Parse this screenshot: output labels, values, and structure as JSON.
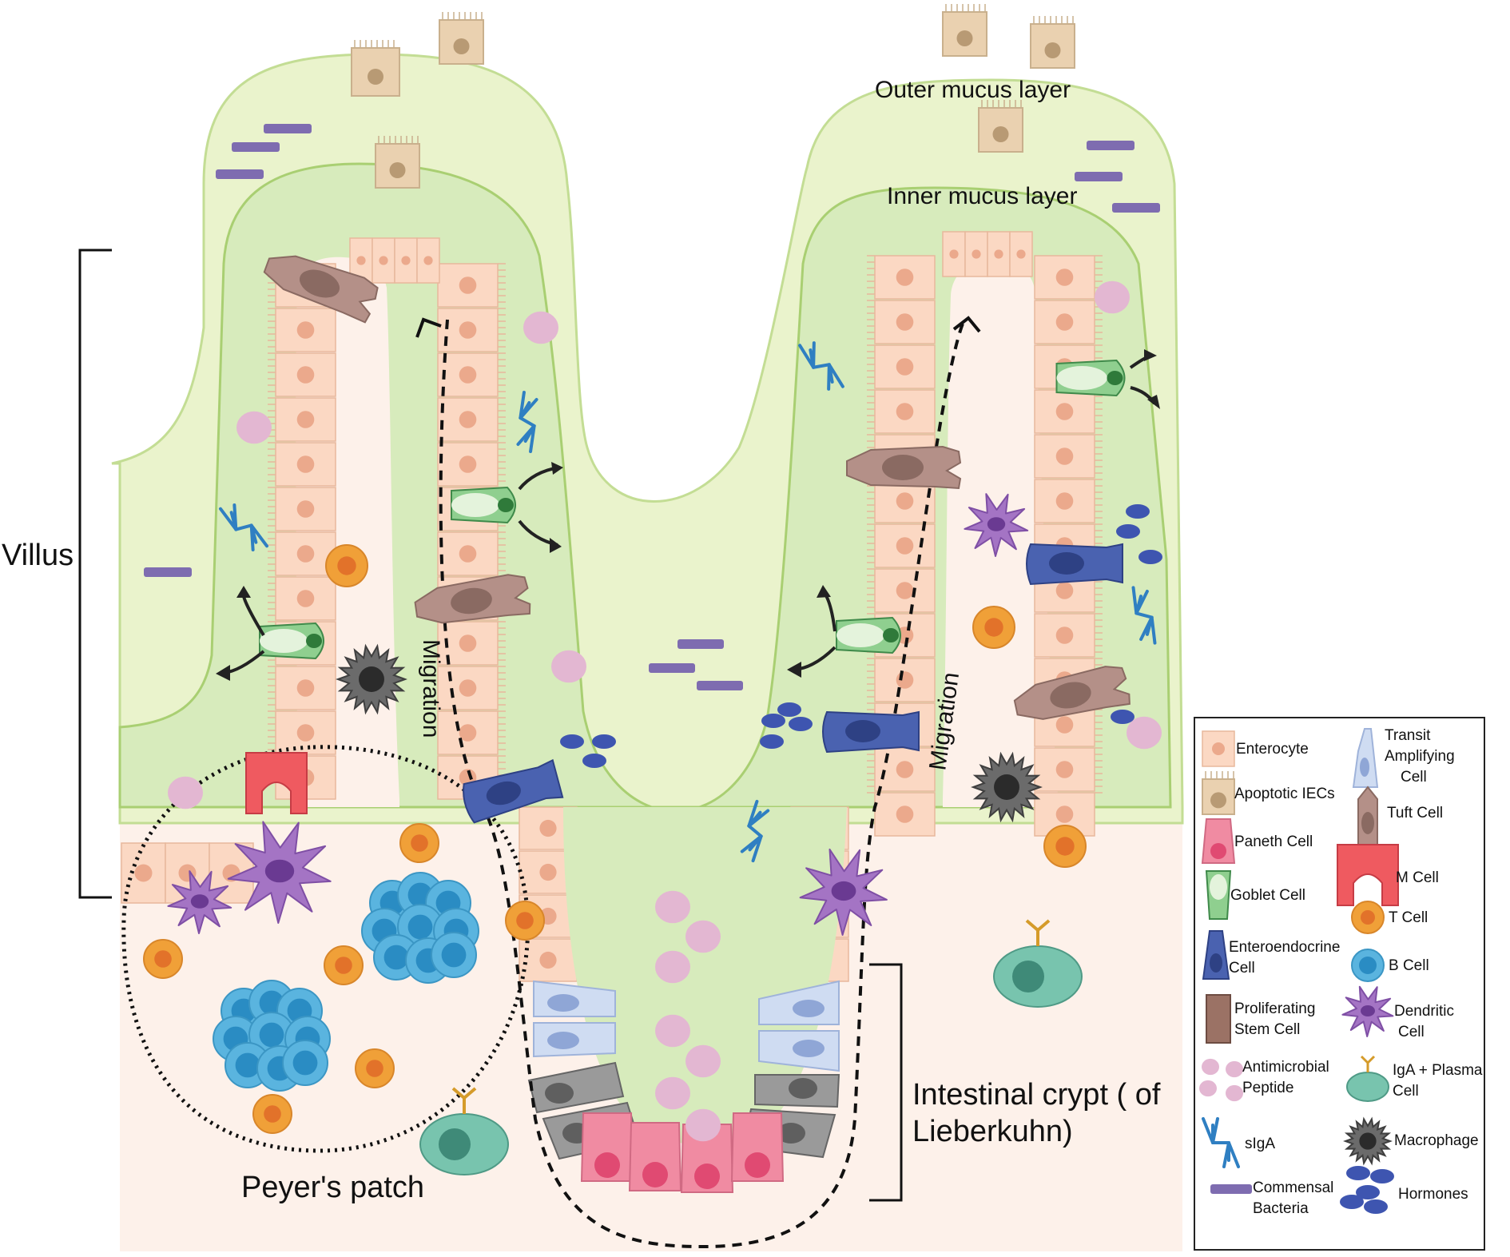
{
  "labels": {
    "outer_mucus": "Outer mucus layer",
    "inner_mucus": "Inner mucus layer",
    "villus": "Villus",
    "migration_left": "Migration",
    "migration_right": "Migration",
    "crypt_line1": "Intestinal crypt ( of",
    "crypt_line2": "Lieberkuhn)",
    "peyers_patch": "Peyer's patch"
  },
  "legend": {
    "enterocyte": "Enterocyte",
    "transit_1": "Transit",
    "transit_2": "Amplifying",
    "transit_3": "Cell",
    "apoptotic": "Apoptotic IECs",
    "tuft": "Tuft Cell",
    "paneth": "Paneth Cell",
    "m_cell": "M Cell",
    "goblet": "Goblet Cell",
    "t_cell": "T Cell",
    "entero_1": "Enteroendocrine",
    "entero_2": "Cell",
    "b_cell": "B Cell",
    "stem_1": "Proliferating",
    "stem_2": "Stem Cell",
    "dendritic_1": "Dendritic",
    "dendritic_2": "Cell",
    "amp_1": "Antimicrobial",
    "amp_2": "Peptide",
    "iga_1": "IgA + Plasma",
    "iga_2": "Cell",
    "siga": "sIgA",
    "macrophage": "Macrophage",
    "bacteria_1": "Commensal",
    "bacteria_2": "Bacteria",
    "hormones": "Hormones"
  },
  "colors": {
    "outer_mucus": "#eaf3cc",
    "inner_mucus": "#d7ebbc",
    "mucus_border": "#a9cf72",
    "tissue": "#fdf1ea",
    "enterocyte": "#fbd8c3",
    "nucleus": "#eba98c",
    "tuft": "#b49088",
    "goblet": "#5aa865",
    "enteroendocrine": "#4a62b0",
    "paneth": "#f08ba2",
    "transit": "#cfdcf2",
    "stem_gray": "#9a9a9a",
    "t_cell": "#f0a038",
    "b_cell": "#5ab4df",
    "dendritic": "#a474c4",
    "amp": "#e3b7d2",
    "m_cell": "#ef5a60",
    "macrophage": "#5a5a5a",
    "plasma": "#78c4ae",
    "siga": "#2f7fc2",
    "bacteria": "#7e6cb0",
    "hormone": "#3e55b0",
    "apoptotic": "#ead1b0"
  }
}
